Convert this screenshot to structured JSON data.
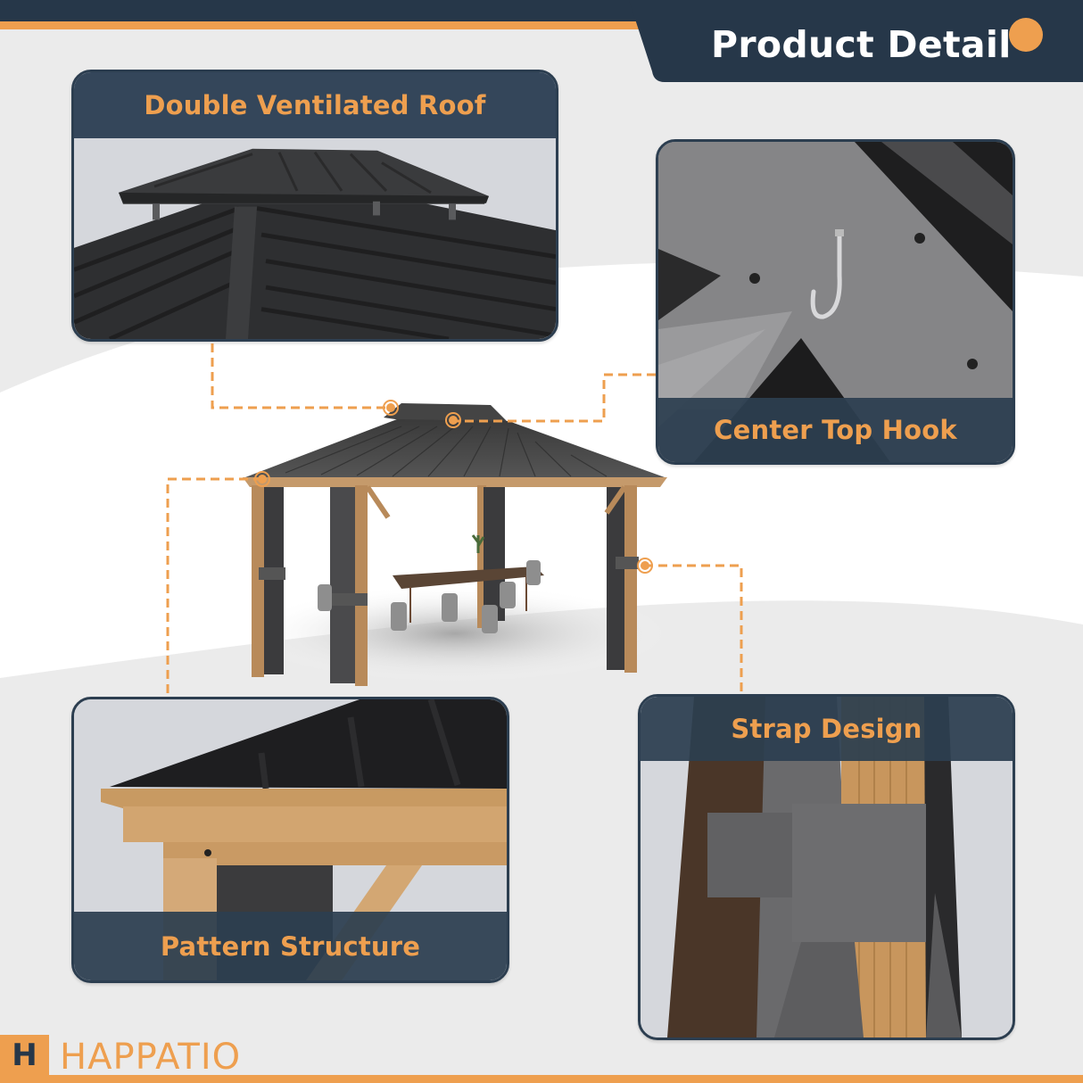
{
  "header": {
    "title": "Product Detail"
  },
  "features": [
    {
      "id": "roof",
      "label": "Double Ventilated Roof"
    },
    {
      "id": "hook",
      "label": "Center Top Hook"
    },
    {
      "id": "pattern",
      "label": "Pattern Structure"
    },
    {
      "id": "strap",
      "label": "Strap Design"
    }
  ],
  "brand": {
    "logo_mark": "H",
    "name": "HAPPATIO"
  },
  "colors": {
    "navy": "#263749",
    "card_navy": "#2c3e50",
    "accent_orange": "#ee9f4f",
    "background": "#ebebeb",
    "white": "#ffffff"
  }
}
